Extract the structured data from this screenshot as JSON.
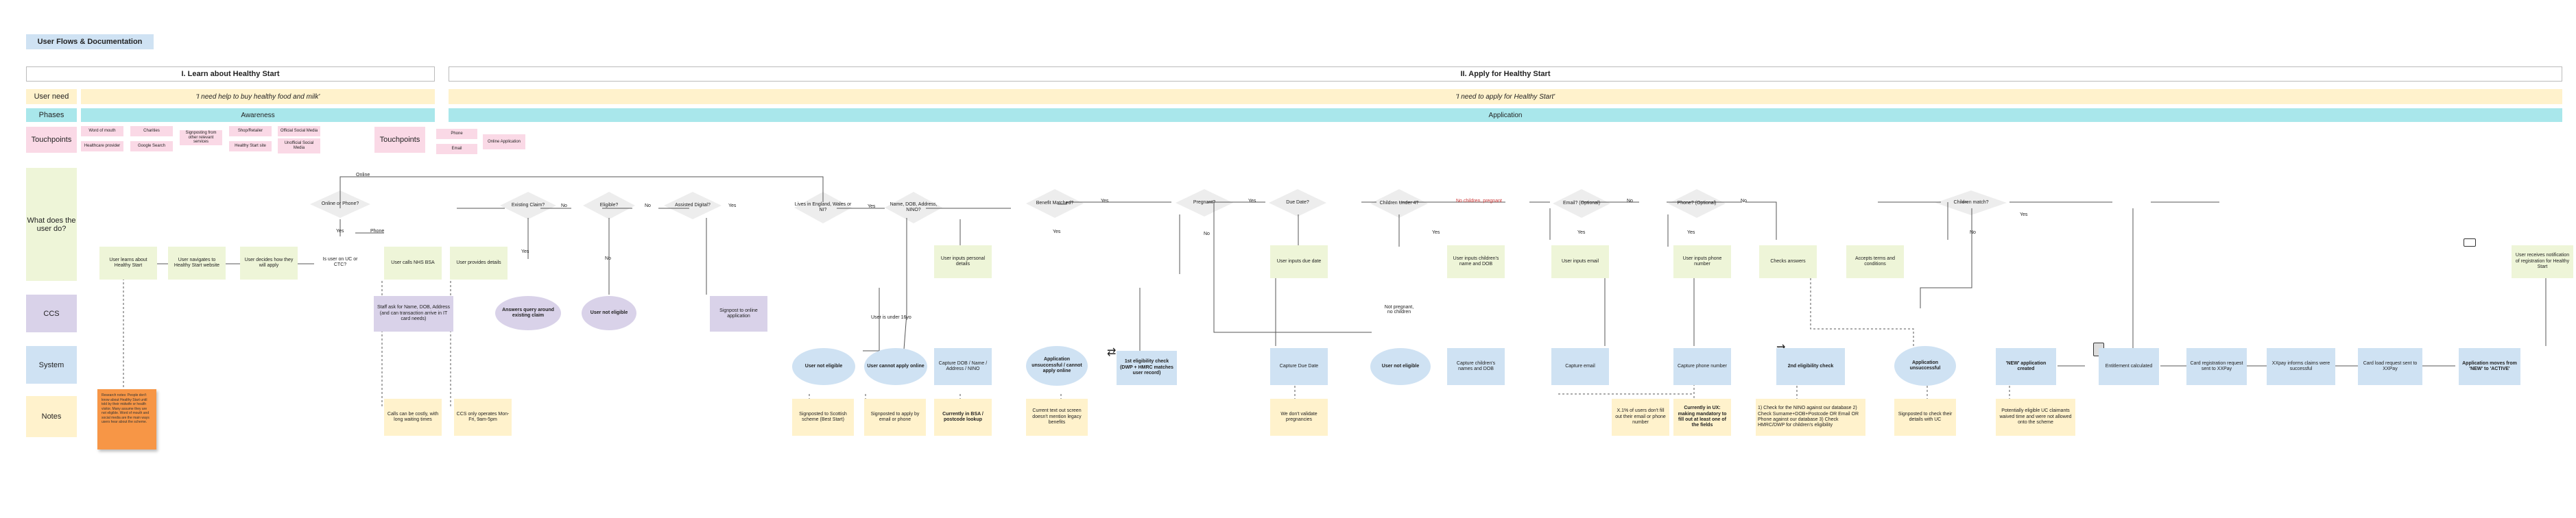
{
  "page_tag": "User Flows & Documentation",
  "sections": [
    {
      "title": "I. Learn about Healthy Start"
    },
    {
      "title": "II. Apply for Healthy Start"
    }
  ],
  "rows": {
    "user_need": "User need",
    "phases": "Phases",
    "touchpoints": "Touchpoints",
    "what_user_does": "What does the user do?",
    "ccs": "CCS",
    "system": "System",
    "notes": "Notes"
  },
  "user_need": {
    "learn": "'I need help to buy healthy food and milk'",
    "apply": "'I need to apply for Healthy Start'"
  },
  "phases": {
    "learn": "Awareness",
    "apply": "Application"
  },
  "touchpoints": {
    "learn": [
      "Word of mouth",
      "Charities",
      "Signposting from other relevant services",
      "Shop/Retailer",
      "Official Social Media",
      "Healthcare provider",
      "Google Search",
      "Healthy Start site",
      "Unofficial Social Media"
    ],
    "label2": "Touchpoints",
    "apply": [
      "Phone",
      "Online Application",
      "Email"
    ]
  },
  "decisions": {
    "online_phone": "Online or Phone?",
    "existing_claim": "Existing Claim?",
    "eligible": "Eligible?",
    "assisted_digital": "Assisted Digital?",
    "lives_in": "Lives in England, Wales or NI?",
    "name_dob": "Name, DOB, Address, NINO?",
    "benefit_matched": "Benefit Matched?",
    "pregnant": "Pregnant?",
    "due_date": "Due Date?",
    "children_under4": "Children Under 4?",
    "email_q": "Email? (Optional)",
    "phone_q": "Phone? (Optional)",
    "children_match": "Children match?"
  },
  "edge_labels": {
    "online": "Online",
    "yes": "Yes",
    "no": "No",
    "phone": "Phone",
    "no_children_pregnant": "No children, pregnant",
    "under_16": "User is under 16yo",
    "not_pregnant": "Not pregnant, no children"
  },
  "user_actions": {
    "learns": "User learns about Healthy Start",
    "navigates": "User navigates to Healthy Start website",
    "decides": "User decides how they will apply",
    "is_user_uk": "Is user on UC or CTC?",
    "calls_nhs": "User calls NHS BSA",
    "provides_details": "User provides details",
    "inputs_personal": "User inputs personal details",
    "inputs_due_date": "User inputs due date",
    "inputs_children": "User inputs children's name and DOB",
    "inputs_email": "User inputs email",
    "inputs_phone": "User inputs phone number",
    "checks_answers": "Checks answers",
    "accepts_terms": "Accepts terms and conditions",
    "receives_notification": "User receives notification of registration for Healthy Start"
  },
  "ccs": {
    "staff_ask": "Staff ask for Name, DOB, Address (and can transaction arrive in IT card needs)",
    "answers_query": "Answers query around existing claim",
    "not_eligible": "User not eligible",
    "signpost_online": "Signpost to online application"
  },
  "system": {
    "user_not_eligible": "User not eligible",
    "cannot_apply": "User cannot apply online",
    "capture_details": "Capture DOB / Name / Address / NINO",
    "unsuccessful": "Application unsuccessful / cannot apply online",
    "first_check": "1st eligibility check (DWP + HMRC matches user record)",
    "capture_due_date": "Capture Due Date",
    "not_eligible2": "User not eligible",
    "capture_children": "Capture children's names and DOB",
    "capture_email": "Capture email",
    "capture_phone": "Capture phone number",
    "second_check": "2nd eligibility check",
    "unsuccessful2": "Application unsuccessful",
    "new_created": "'NEW' application created",
    "entitlement_calc": "Entitlement calculated",
    "card_reg": "Card registration request sent to XXPay",
    "xxpay_informs": "XXpay informs claims were successful",
    "card_load": "Card load request sent to XXPay",
    "moves_active": "Application moves from 'NEW' to 'ACTIVE'"
  },
  "notes": {
    "calls_credit": "Calls can be costly, with long waiting times",
    "ccs_hours": "CCS only operates Mon-Fri, 9am-5pm",
    "signposted_scotland": "Signposted to Scottish scheme (Best Start)",
    "signposted_apply": "Signposted to apply by email or phone",
    "currently_bsa": "Currently in BSA / postcode lookup",
    "current_text": "Current text out screen doesn't mention legacy benefits",
    "we_dont": "We don't validate pregnancies",
    "pct_users": "X.1% of users don't fill out their email or phone number",
    "currently_ux": "Currently in UX: making mandatory to fill out at least one of the fields",
    "check_nino": "1) Check for the NINO against our database 2) Check Surname+DOB+Postcode OR Email OR Phone against our database 3) Check HMRC/DWP for children's eligibility",
    "signposted_check": "Signposted to check their details with UC",
    "potentially": "Potentially eligible UC claimants waived time and were not allowed onto the scheme",
    "sticky": "Research notes: People don't know about Healthy Start until told by their midwife or health visitor. Many assume they are not eligible. Word of mouth and social media are the main ways users hear about the scheme."
  },
  "colors": {
    "user_need": "#fff2cc",
    "phases": "#a9e7eb",
    "touchpoints": "#fad9e6",
    "user": "#eef5d8",
    "ccs": "#d9d2e9",
    "system": "#cfe2f3",
    "notes": "#fff2cc",
    "sticky": "#f79646",
    "no_label": "#cc3333"
  }
}
